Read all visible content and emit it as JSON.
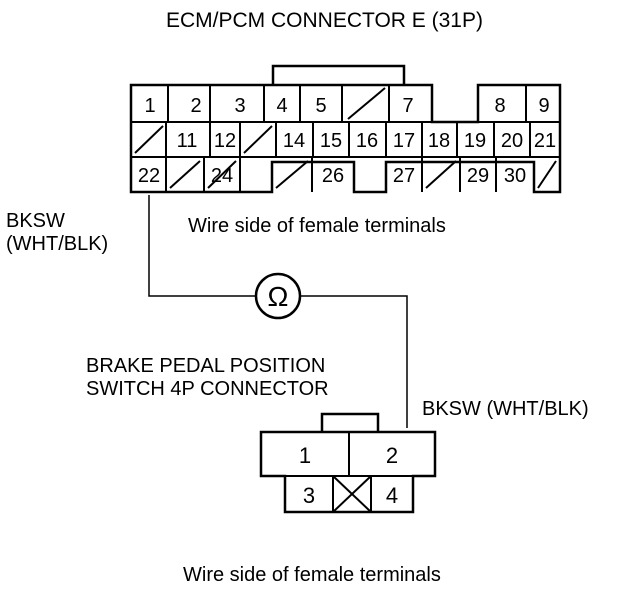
{
  "title": "ECM/PCM CONNECTOR E (31P)",
  "ecm_connector": {
    "rows": [
      [
        "1",
        "2",
        "3",
        "4",
        "5",
        "",
        "7",
        "",
        "8",
        "9"
      ],
      [
        "",
        "11",
        "12",
        "",
        "14",
        "15",
        "16",
        "17",
        "18",
        "19",
        "20",
        "21"
      ],
      [
        "22",
        "",
        "24",
        "",
        "26",
        "",
        "27",
        "",
        "29",
        "30",
        ""
      ]
    ],
    "caption": "Wire side of female terminals"
  },
  "wire": {
    "left_label_line1": "BKSW",
    "left_label_line2": "(WHT/BLK)",
    "right_label": "BKSW (WHT/BLK)",
    "meter_symbol": "Ω"
  },
  "switch_connector": {
    "name_line1": "BRAKE PEDAL POSITION",
    "name_line2": "SWITCH 4P CONNECTOR",
    "terminals": [
      "1",
      "2",
      "3",
      "",
      "4"
    ],
    "caption": "Wire side of female terminals"
  }
}
